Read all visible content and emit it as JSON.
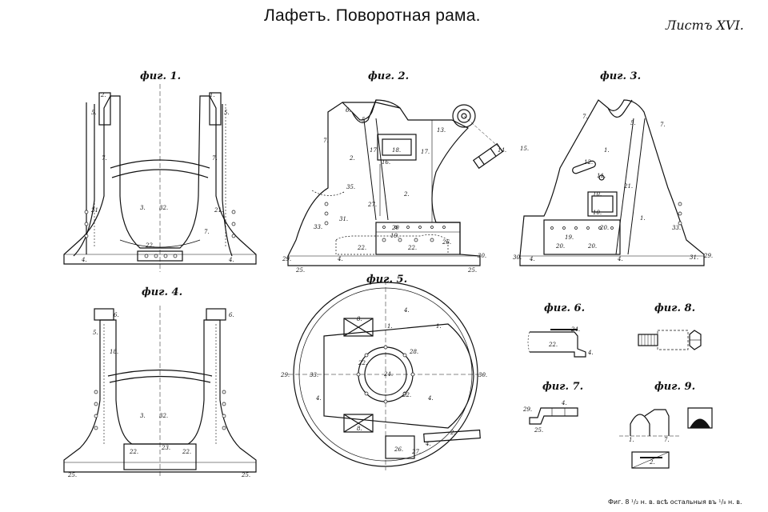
{
  "title": "Лафетъ. Поворотная рама.",
  "sheet": "Листъ XVI.",
  "figure_labels": [
    "фиг. 1.",
    "фиг. 2.",
    "фиг. 3.",
    "фиг. 4.",
    "фиг. 5.",
    "фиг. 6.",
    "фиг. 7.",
    "фиг. 8.",
    "фиг. 9."
  ],
  "scale_note": "Фиг. 8 ¹/₂ н. в. всѣ остальныя въ ¹/₈ н. в.",
  "part_numbers": {
    "fig1": [
      "1.",
      "2.",
      "5.",
      "5.",
      "7.",
      "7.",
      "3.",
      "32.",
      "21.",
      "21.",
      "22.",
      "4.",
      "4.",
      "7."
    ],
    "fig2": [
      "6.",
      "5.",
      "7.",
      "2.",
      "17.",
      "18.",
      "17.",
      "16.",
      "13.",
      "14.",
      "15.",
      "2.",
      "27.",
      "35.",
      "31.",
      "33.",
      "20",
      "19.",
      "22.",
      "22.",
      "26.",
      "29.",
      "25.",
      "25.",
      "30.",
      "4."
    ],
    "fig3": [
      "7.",
      "5.",
      "7.",
      "1.",
      "12.",
      "11.",
      "21.",
      "10.",
      "10.",
      "1.",
      "33.",
      "20.",
      "20.",
      "19.",
      "20.",
      "30.",
      "4.",
      "4.",
      "31.",
      "29."
    ],
    "fig4": [
      "6.",
      "6.",
      "5.",
      "18.",
      "3.",
      "32.",
      "22.",
      "23.",
      "22.",
      "25.",
      "25."
    ],
    "fig5": [
      "4.",
      "8.",
      "1.",
      "1.",
      "28.",
      "22.",
      "24.",
      "22.",
      "29.",
      "33.",
      "4.",
      "4.",
      "8.",
      "2.",
      "26.",
      "27.",
      "4.",
      "30."
    ],
    "fig6": [
      "22.",
      "24.",
      "4."
    ],
    "fig7": [
      "29.",
      "25.",
      "4."
    ],
    "fig9": [
      "1.",
      "7.",
      "2."
    ]
  }
}
